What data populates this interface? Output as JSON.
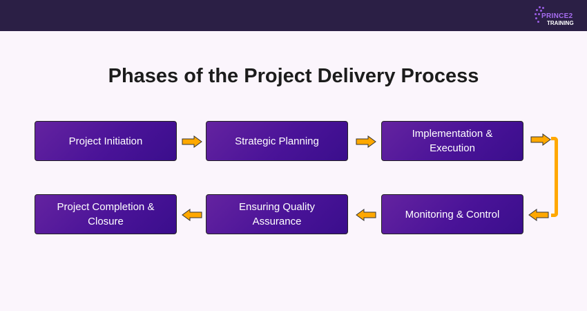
{
  "header": {
    "logo": {
      "line1": "PRINCE2",
      "line2": "TRAINING"
    }
  },
  "title": "Phases of the Project Delivery Process",
  "phases": [
    {
      "label": "Project Initiation"
    },
    {
      "label": "Strategic Planning"
    },
    {
      "label": "Implementation & Execution"
    },
    {
      "label": "Monitoring & Control"
    },
    {
      "label": "Ensuring Quality Assurance"
    },
    {
      "label": "Project Completion & Closure"
    }
  ],
  "colors": {
    "header": "#2b1f45",
    "box": "#4a1398",
    "arrow": "#ffa800",
    "background": "#fbf5fc"
  }
}
